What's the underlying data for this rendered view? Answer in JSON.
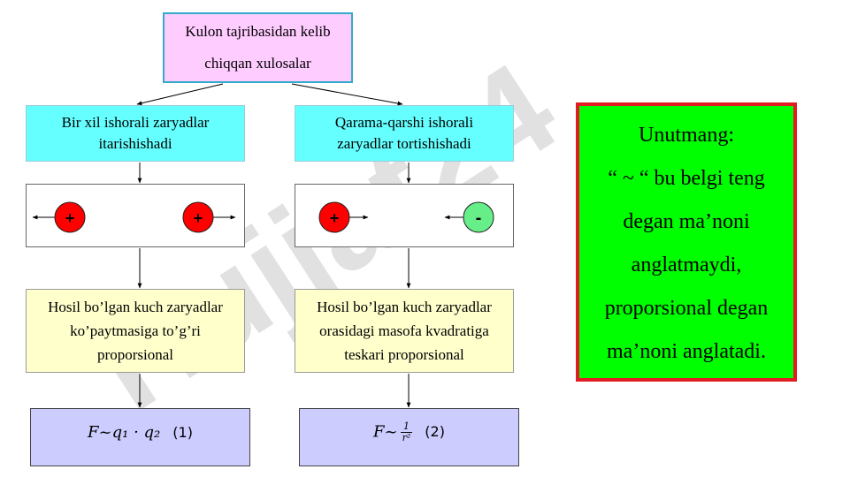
{
  "top_box": {
    "line1": "Kulon tajribasidan kelib",
    "line2": "chiqqan xulosalar"
  },
  "left_branch": {
    "rule_line1": "Bir xil ishorali zaryadlar",
    "rule_line2": "itarishishadi",
    "charge1_sign": "+",
    "charge2_sign": "+",
    "law_line1": "Hosil bo’lgan kuch zaryadlar",
    "law_line2": "ko’paytmasiga to’g’ri",
    "law_line3": "proporsional",
    "formula_F": "F",
    "formula_rest": "~q₁ · q₂",
    "formula_number": "(1)"
  },
  "right_branch": {
    "rule_line1": "Qarama-qarshi ishorali",
    "rule_line2": "zaryadlar tortishishadi",
    "charge1_sign": "+",
    "charge2_sign": "-",
    "law_line1": "Hosil bo’lgan kuch zaryadlar",
    "law_line2": "orasidagi masofa kvadratiga",
    "law_line3": "teskari proporsional",
    "formula_F": "F",
    "formula_tilde": "~",
    "frac_num": "1",
    "frac_den": "r²",
    "formula_number": "(2)"
  },
  "note": {
    "line1": "Unutmang:",
    "line2": "“ ~ “ bu belgi teng",
    "line3": "degan ma’noni",
    "line4": "anglatmaydi,",
    "line5": "proporsional degan",
    "line6": "ma’noni anglatadi."
  },
  "watermark_text": "Hujjat24",
  "colors": {
    "top_fill": "#ffccff",
    "rule_fill": "#66ffff",
    "law_fill": "#ffffcc",
    "formula_fill": "#ccccff",
    "note_fill": "#00ff00",
    "note_border": "#e31b23",
    "positive_charge": "#ff0000",
    "negative_charge": "#66ee88",
    "watermark": "#c8c8c8"
  }
}
